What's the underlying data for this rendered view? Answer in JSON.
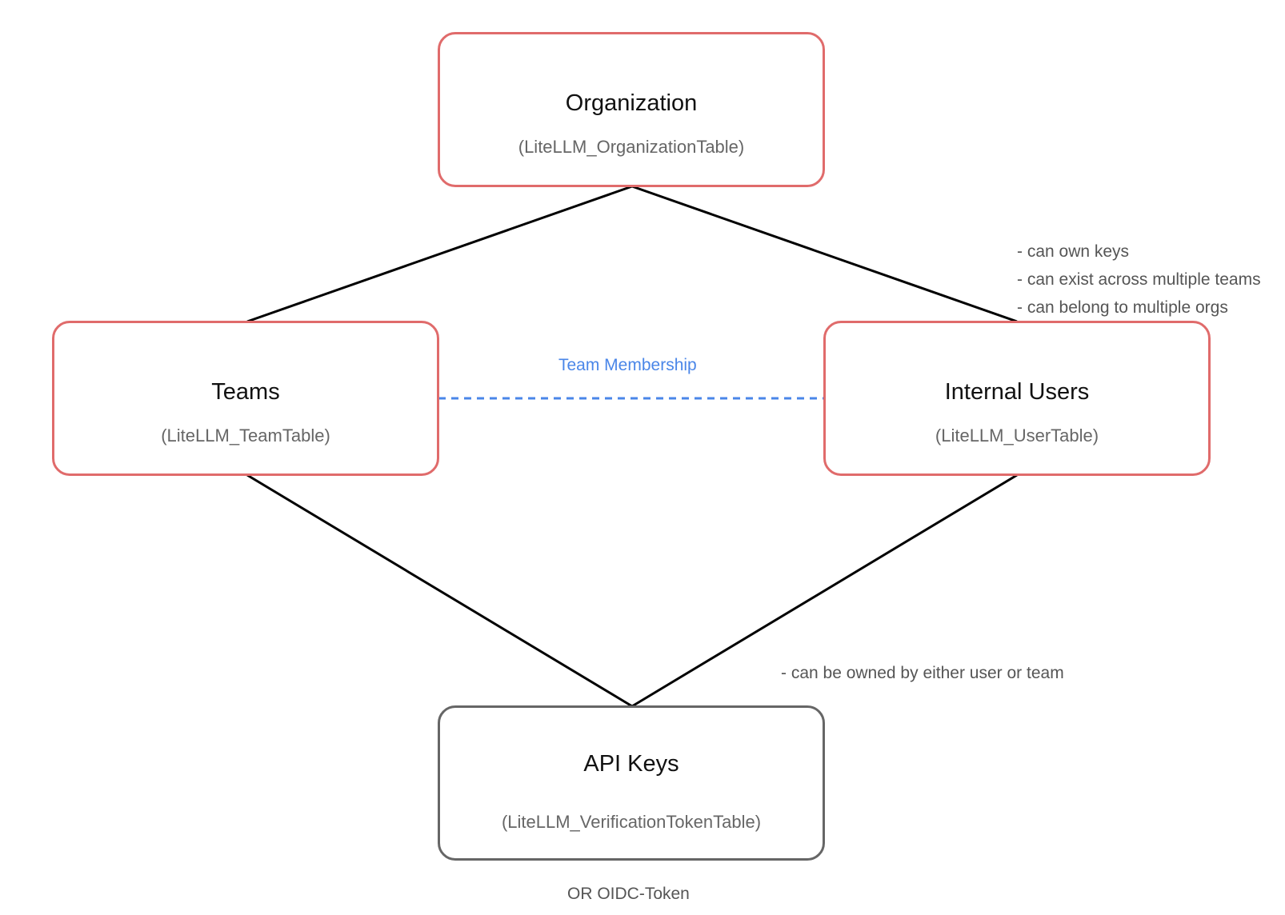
{
  "nodes": {
    "organization": {
      "title": "Organization",
      "subtitle": "(LiteLLM_OrganizationTable)"
    },
    "teams": {
      "title": "Teams",
      "subtitle": "(LiteLLM_TeamTable)"
    },
    "users": {
      "title": "Internal Users",
      "subtitle": "(LiteLLM_UserTable)"
    },
    "api_keys": {
      "title": "API Keys",
      "subtitle": "(LiteLLM_VerificationTokenTable)"
    }
  },
  "edges": {
    "team_membership": "Team Membership"
  },
  "notes": {
    "users": [
      "- can own keys",
      "- can exist across multiple teams",
      "- can belong to multiple orgs"
    ],
    "api_keys_owner": "- can be owned by either user or team",
    "api_keys_alt": "OR OIDC-Token"
  },
  "colors": {
    "entity_border": "#e06b6b",
    "key_border": "#666666",
    "membership_line": "#4a86e8",
    "connector": "#000000"
  }
}
